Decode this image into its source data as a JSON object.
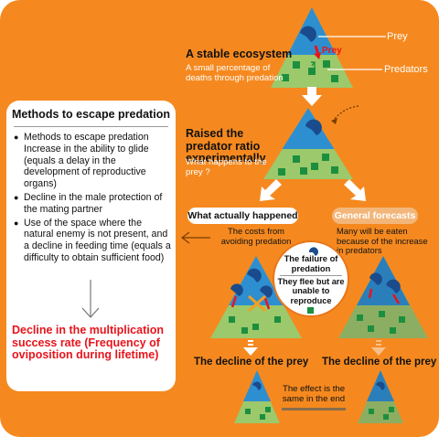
{
  "title": "Methods to escape predation",
  "colors": {
    "background": "#f5891f",
    "triangle_top": "#2e8fd0",
    "triangle_bottom": "#9cc96b",
    "predator": "#1c8f3e",
    "prey": "#1a4b8c",
    "highlight_red": "#e8141b"
  },
  "labels": {
    "prey": "Prey",
    "predators": "Predators",
    "prey_arrow": "Prey"
  },
  "stable": {
    "title": "A stable ecosystem",
    "caption": "A small percentage of deaths through predation"
  },
  "raised": {
    "title": "Raised the predator ratio experimentally",
    "caption": "What happens to the prey ?"
  },
  "methods": {
    "title": "Methods to escape predation",
    "items": [
      "Methods to escape predation Increase in the ability to glide (equals a delay in the development of reproductive organs)",
      "Decline in the male protection of the mating partner",
      "Use of the space where the natural enemy is not present, and a decline in feeding time (equals a difficulty to obtain sufficient food)"
    ],
    "result": "Decline in the multiplication success rate (Frequency of oviposition during lifetime)"
  },
  "actual": {
    "label": "What actually happened",
    "caption": "The costs from avoiding predation",
    "outcome": "The decline of the prey"
  },
  "forecast": {
    "label": "General forecasts",
    "caption": "Many will be eaten because of the increase in predators",
    "outcome": "The decline of the prey"
  },
  "failure": {
    "title": "The failure of predation",
    "body": "They flee but are unable to reproduce"
  },
  "effect": "The effect is the same in the end"
}
